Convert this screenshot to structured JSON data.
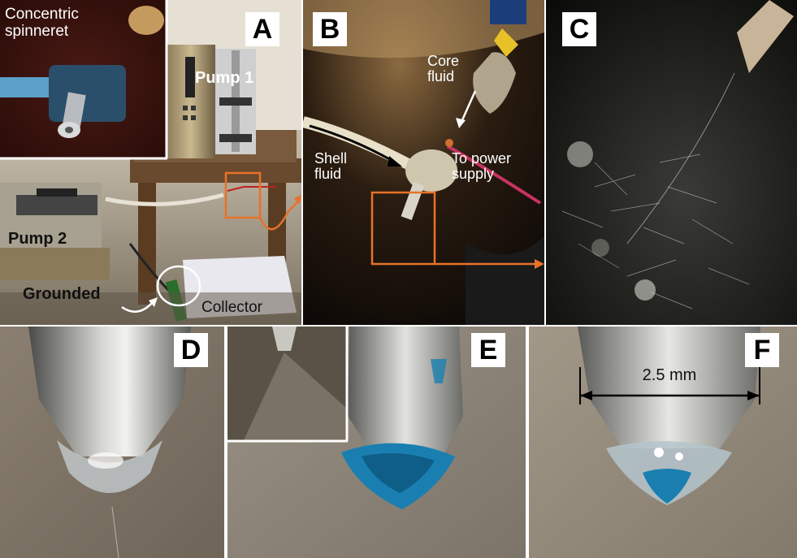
{
  "figure": {
    "panels": {
      "A": {
        "letter": "A",
        "inset_label": "Concentric spinneret",
        "pump1": "Pump 1",
        "pump2": "Pump 2",
        "grounded": "Grounded",
        "collector": "Collector"
      },
      "B": {
        "letter": "B",
        "core_fluid": "Core fluid",
        "shell_fluid": "Shell fluid",
        "power": "To power supply"
      },
      "C": {
        "letter": "C"
      },
      "D": {
        "letter": "D"
      },
      "E": {
        "letter": "E"
      },
      "F": {
        "letter": "F",
        "scale": "2.5 mm"
      }
    },
    "colors": {
      "arrow": "#e8722a",
      "label_bg": "#ffffff",
      "blue_fluid": "#1a7fb0"
    }
  }
}
